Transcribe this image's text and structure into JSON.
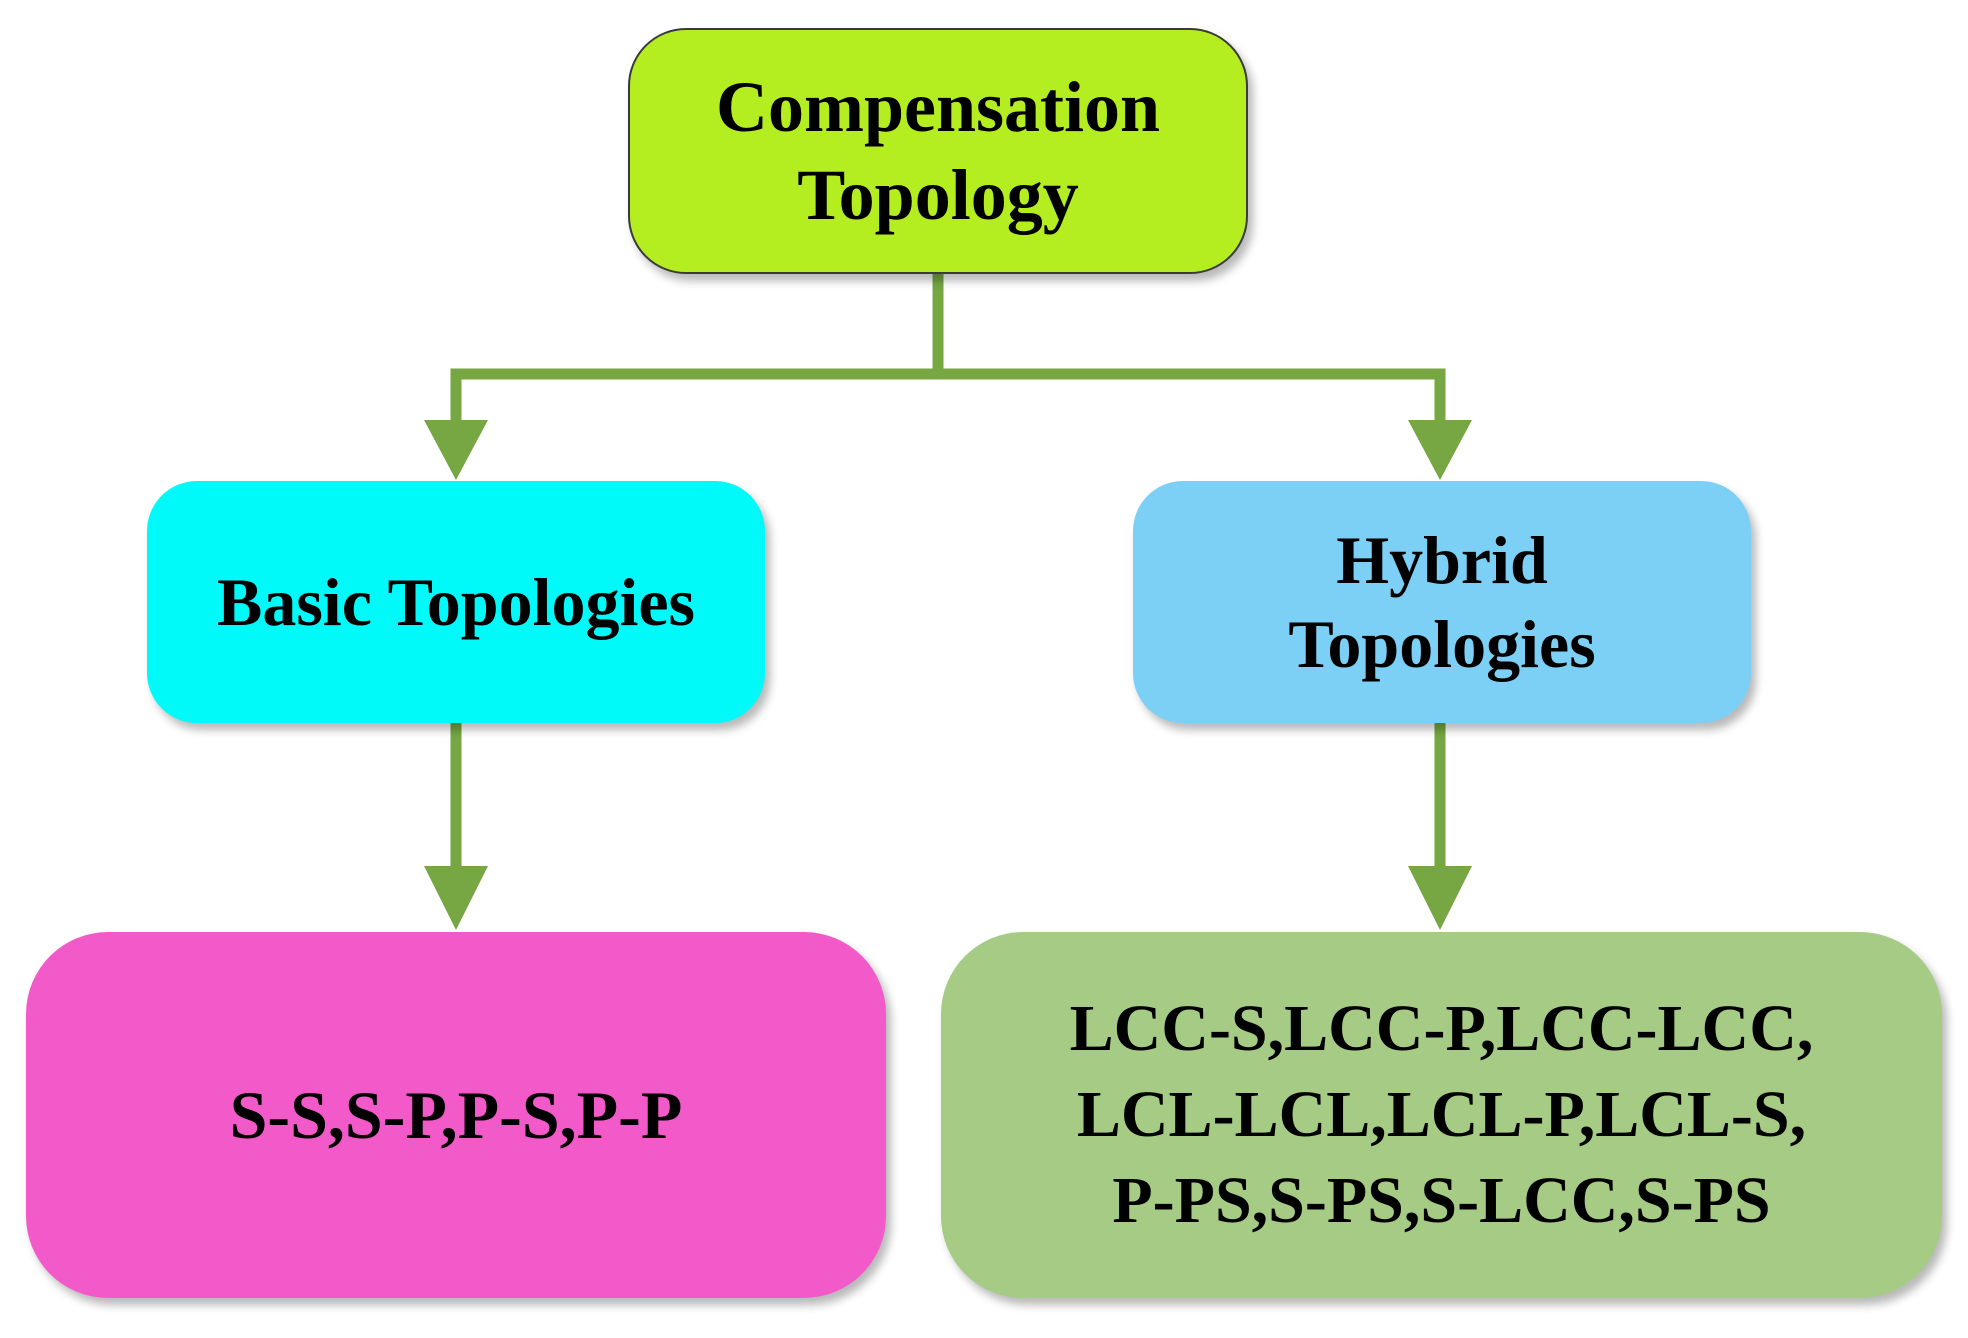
{
  "colors": {
    "connector": "#76a743",
    "root_fill": "#b5ee20",
    "basic_fill": "#00fafa",
    "hybrid_fill": "#7dd0f5",
    "basic_list_fill": "#f25ac9",
    "hybrid_list_fill": "#a6cb85"
  },
  "nodes": {
    "root": {
      "lines": [
        "Compensation",
        "Topology"
      ]
    },
    "basic": {
      "lines": [
        "Basic Topologies"
      ]
    },
    "hybrid": {
      "lines": [
        "Hybrid",
        "Topologies"
      ]
    },
    "basic_list": {
      "lines": [
        "S-S,S-P,P-S,P-P"
      ]
    },
    "hybrid_list": {
      "lines": [
        "LCC-S,LCC-P,LCC-LCC,",
        "LCL-LCL,LCL-P,LCL-S,",
        "P-PS,S-PS,S-LCC,S-PS"
      ]
    }
  }
}
